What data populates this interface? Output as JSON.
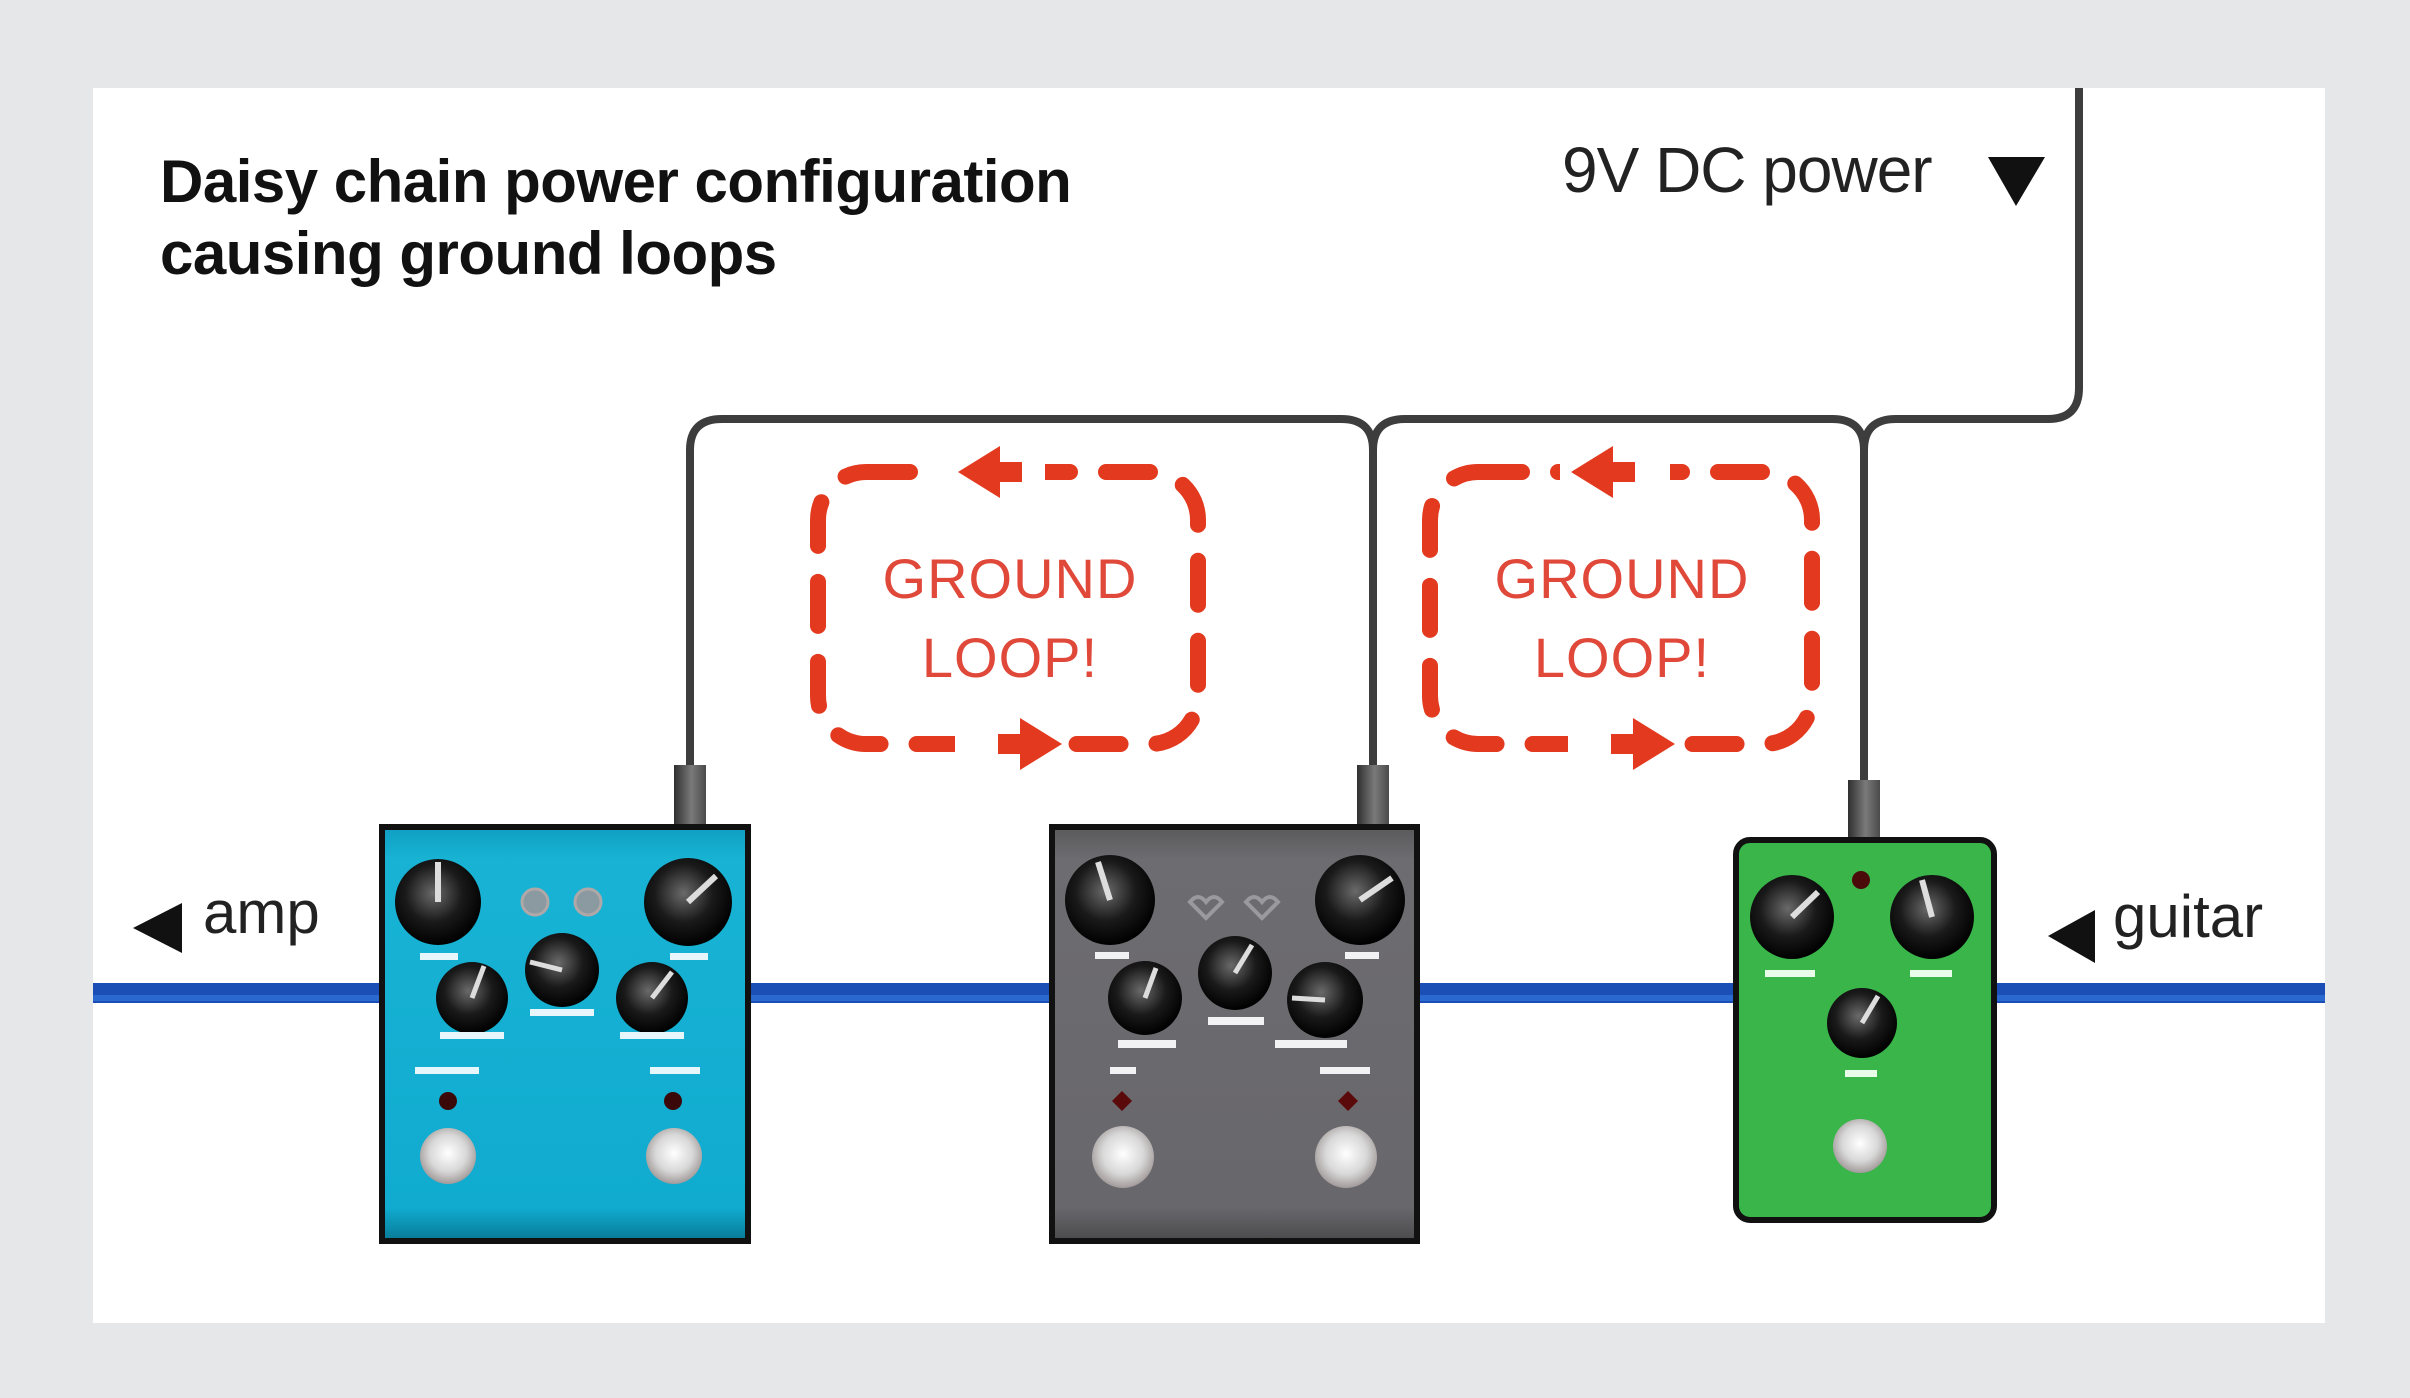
{
  "diagram": {
    "title_lines": [
      "Daisy chain power configuration",
      "causing ground loops"
    ],
    "power_source_label": "9V DC power",
    "output_label": "amp",
    "input_label": "guitar",
    "ground_loops": [
      {
        "line1": "GROUND",
        "line2": "LOOP!"
      },
      {
        "line1": "GROUND",
        "line2": "LOOP!"
      }
    ],
    "icons": {
      "power_arrow": "triangle-down-icon",
      "amp_arrow": "triangle-left-icon",
      "guitar_arrow": "triangle-left-icon",
      "loop_arrows": "loop-direction-arrow-icon"
    },
    "pedals": [
      {
        "name": "blue-dual-pedal",
        "color": "#14afd1",
        "knobs": 5,
        "footswitches": 2
      },
      {
        "name": "gray-dual-pedal",
        "color": "#6b6a6e",
        "knobs": 5,
        "footswitches": 2
      },
      {
        "name": "green-pedal",
        "color": "#39b54a",
        "knobs": 3,
        "footswitches": 1
      }
    ],
    "colors": {
      "signal_cable": "#1c4fb5",
      "power_cable": "#3d3d3d",
      "ground_loop": "#e2391f",
      "background": "#e6e7e8",
      "panel": "#ffffff"
    }
  }
}
